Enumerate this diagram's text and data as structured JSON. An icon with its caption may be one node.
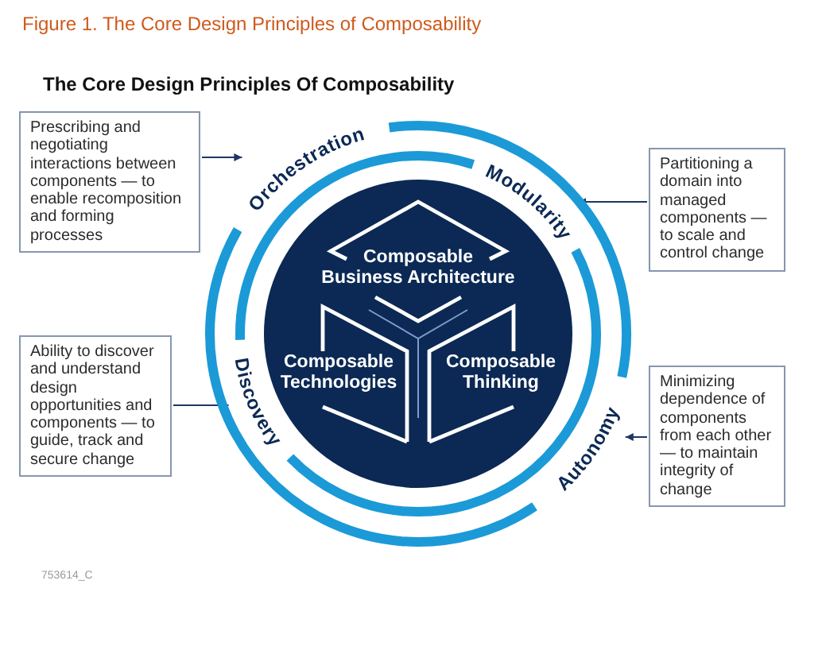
{
  "diagram": {
    "title": "The Core Design Principles Of Composability",
    "caption": "Figure 1. The Core Design Principles of Composability",
    "nodes": [
      {
        "text": [
          "Prescribing and negotiating interactions between components — to enable recomposition and forming processes"
        ]
      },
      {
        "text": [
          "Partitioning a domain into managed components — to scale and control change"
        ]
      },
      {
        "text": [
          "Ability to discover and understand design opportunities and components — to guide, track and secure change"
        ]
      },
      {
        "text": [
          "Minimizing dependence of components from each other — to maintain integrity of change"
        ]
      },
      {
        "text": [
          "Orchestration"
        ]
      },
      {
        "text": [
          "Modularity"
        ]
      },
      {
        "text": [
          "Discovery"
        ]
      },
      {
        "text": [
          "Autonomy"
        ]
      },
      {
        "text": [],
        "shape": "circle"
      },
      {
        "text": [
          "Composable Business Architecture"
        ],
        "in": 8
      },
      {
        "text": [
          "Composable Technologies"
        ],
        "in": 8
      },
      {
        "text": [
          "Composable Thinking"
        ],
        "in": 8
      }
    ],
    "edges": [
      {
        "from": 0,
        "to": 4,
        "arrow": "to"
      },
      {
        "from": 1,
        "to": 5,
        "arrow": "to"
      },
      {
        "from": 2,
        "to": 6,
        "arrow": "to"
      },
      {
        "from": 3,
        "to": 7,
        "arrow": "to"
      }
    ],
    "labels": [
      "753614_C"
    ]
  }
}
